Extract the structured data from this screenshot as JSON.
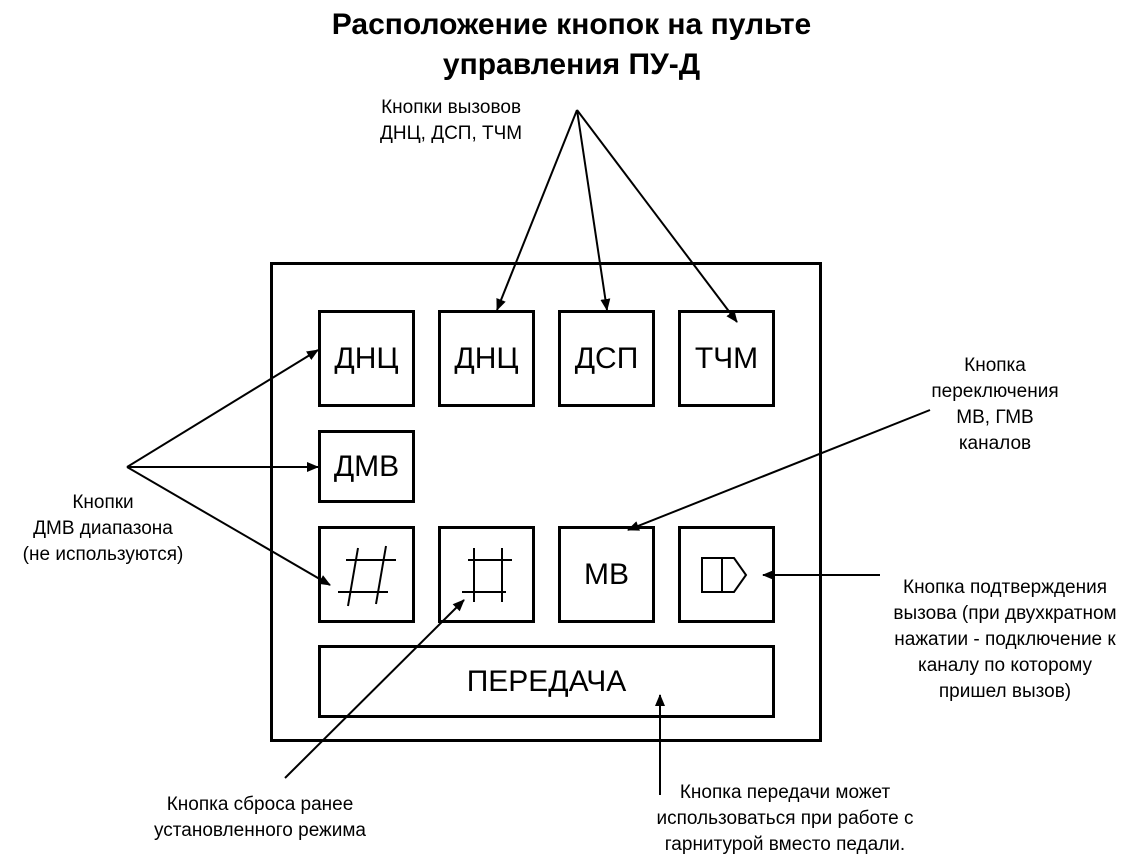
{
  "title": {
    "line1": "Расположение кнопок на пульте",
    "line2": "управления ПУ-Д"
  },
  "labels": {
    "call_buttons": [
      "Кнопки вызовов",
      "ДНЦ, ДСП, ТЧМ"
    ],
    "dmv_buttons": [
      "Кнопки",
      "ДМВ диапазона",
      "(не используются)"
    ],
    "switch_button": [
      "Кнопка",
      "переключения",
      "МВ, ГМВ",
      "каналов"
    ],
    "confirm_button": [
      "Кнопка подтверждения",
      "вызова (при двухкратном",
      "нажатии - подключение к",
      "каналу  по которому",
      "пришел вызов)"
    ],
    "reset_button": [
      "Кнопка сброса ранее",
      "установленного режима"
    ],
    "transmit_button": [
      "Кнопка передачи может",
      "использоваться при работе с",
      "гарнитурой вместо педали."
    ]
  },
  "panel": {
    "buttons": {
      "r1c1": "ДНЦ",
      "r1c2": "ДНЦ",
      "r1c3": "ДСП",
      "r1c4": "ТЧМ",
      "r2c1": "ДМВ",
      "r3c3": "МВ",
      "transmit": "ПЕРЕДАЧА"
    },
    "icons": {
      "r3c1": "parallelogram-grid-icon",
      "r3c2": "square-grid-icon",
      "r3c4": "speaker-play-icon"
    }
  }
}
